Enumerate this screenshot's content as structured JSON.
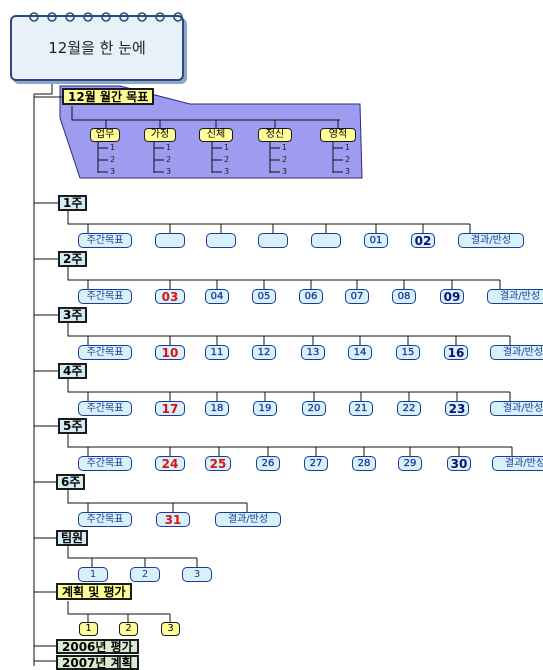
{
  "root": {
    "title": "12월을 한 눈에"
  },
  "monthly_goal": {
    "label": "12월 월간 목표",
    "categories": [
      "업무",
      "가정",
      "신체",
      "정신",
      "영적"
    ],
    "sub_items": [
      "1",
      "2",
      "3"
    ]
  },
  "weeks": [
    {
      "label": "1주",
      "goal": "주간목표",
      "days": [
        "",
        "",
        "",
        "",
        "",
        "01",
        "02"
      ],
      "review": "결과/반성"
    },
    {
      "label": "2주",
      "goal": "주간목표",
      "days": [
        "03",
        "04",
        "05",
        "06",
        "07",
        "08",
        "09"
      ],
      "review": "결과/반성"
    },
    {
      "label": "3주",
      "goal": "주간목표",
      "days": [
        "10",
        "11",
        "12",
        "13",
        "14",
        "15",
        "16"
      ],
      "review": "결과/반성"
    },
    {
      "label": "4주",
      "goal": "주간목표",
      "days": [
        "17",
        "18",
        "19",
        "20",
        "21",
        "22",
        "23"
      ],
      "review": "결과/반성"
    },
    {
      "label": "5주",
      "goal": "주간목표",
      "days": [
        "24",
        "25",
        "26",
        "27",
        "28",
        "29",
        "30"
      ],
      "review": "결과/반성"
    },
    {
      "label": "6주",
      "goal": "주간목표",
      "days": [
        "31"
      ],
      "review": "결과/반성"
    }
  ],
  "team": {
    "label": "팀원",
    "items": [
      "1",
      "2",
      "3"
    ]
  },
  "plan": {
    "label": "계획 및 평가",
    "items": [
      "1",
      "2",
      "3"
    ]
  },
  "eval_2006": {
    "label": "2006년 평가"
  },
  "plan_2007": {
    "label": "2007년 계획"
  },
  "colors": {
    "line": "#111111",
    "pill_border": "#1a3a9c",
    "pill_fill": "#d8f0f8",
    "sunday": "#e01010",
    "saturday": "#101070",
    "goal_panel": "#9e9cf0",
    "title_fill": "#ffff99",
    "week_fill": "#d4ecf4",
    "year_fill": "#d8ebd0"
  }
}
